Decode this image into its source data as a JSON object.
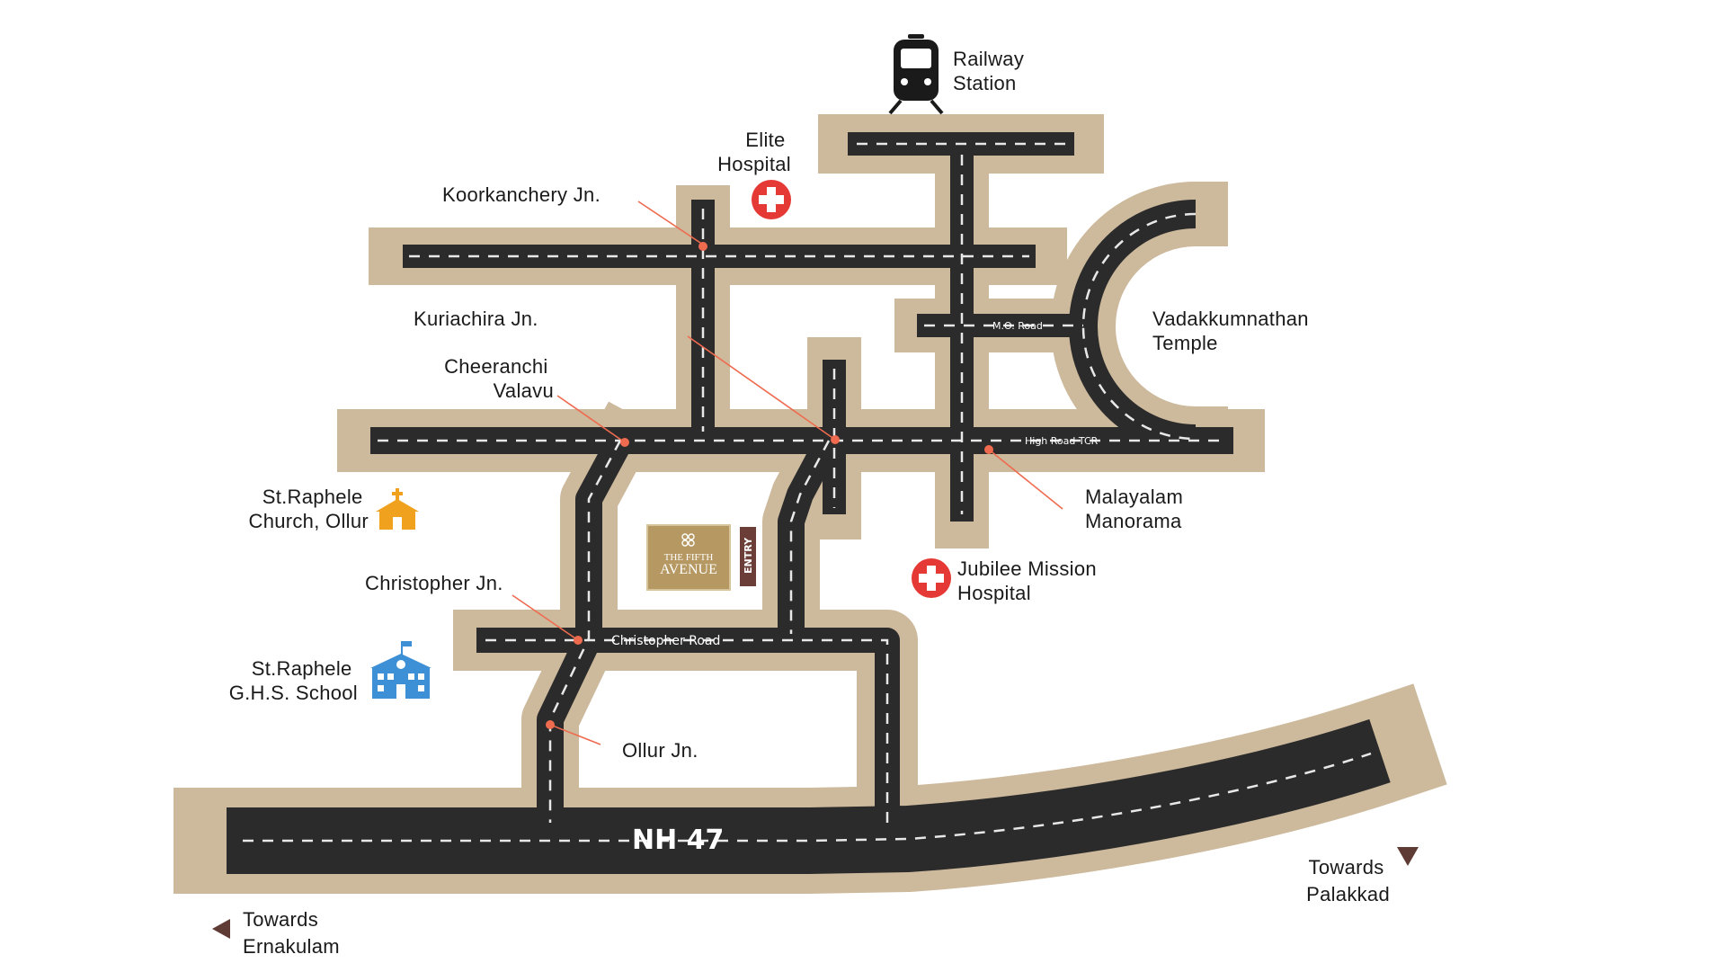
{
  "colors": {
    "road": "#2a2a2a",
    "road_border": "#c9b69b",
    "dash": "#e9e9e9",
    "marker": "#ef6b4f",
    "hospital": "#e53935",
    "church": "#f0a21e",
    "school": "#3d8fd6",
    "arrow": "#5e3b34",
    "logo": "#b69862"
  },
  "landmarks": {
    "railway": "Railway Station",
    "railway_icon": "train-icon",
    "elite_hospital": "Elite Hospital",
    "jubilee_hospital": "Jubilee Mission Hospital",
    "hospital_icon": "hospital-cross-icon",
    "vadakkumnathan": "Vadakkumnathan Temple",
    "malayalam_manorama": "Malayalam Manorama",
    "church": "St.Raphele Church, Ollur",
    "church_icon": "church-icon",
    "school": "St.Raphele G.H.S. School",
    "school_icon": "school-icon"
  },
  "junctions": {
    "koorkanchery": "Koorkanchery Jn.",
    "kuriachira": "Kuriachira Jn.",
    "cheeranchi": "Cheeranchi Valavu",
    "christopher": "Christopher Jn.",
    "ollur": "Ollur Jn."
  },
  "roads": {
    "mo_road": "M.O. Road",
    "high_road": "High Road TCR",
    "christopher_road": "Christopher Road",
    "nh": "NH 47",
    "entry": "ENTRY"
  },
  "logo": {
    "line1": "THE FIFTH",
    "line2": "AVENUE"
  },
  "directions": {
    "ernakulam": "Towards Ernakulam",
    "palakkad": "Towards Palakkad"
  }
}
